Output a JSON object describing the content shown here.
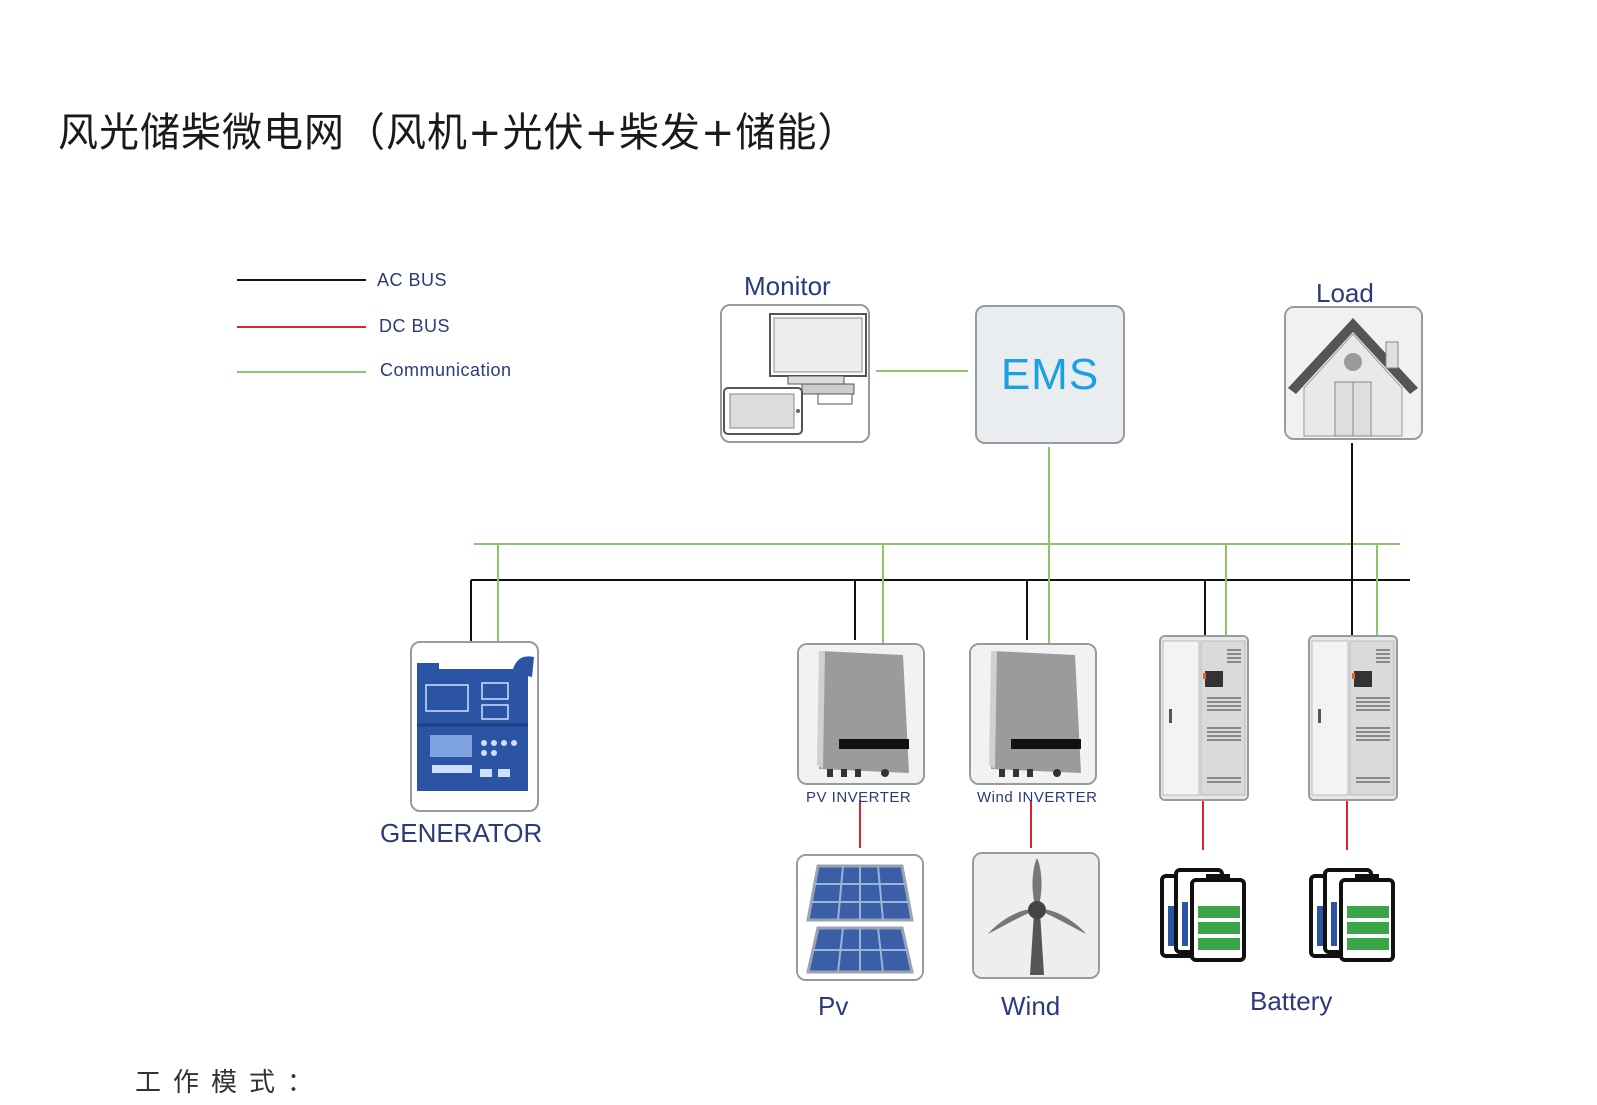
{
  "title": "风光储柴微电网（风机+光伏+柴发+储能）",
  "legend": {
    "ac_bus": "AC BUS",
    "dc_bus": "DC BUS",
    "communication": "Communication"
  },
  "nodes": {
    "monitor": "Monitor",
    "ems": "EMS",
    "load": "Load",
    "generator": "GENERATOR",
    "pv_inverter": "PV INVERTER",
    "wind_inverter": "Wind INVERTER",
    "pv": "Pv",
    "wind": "Wind",
    "battery": "Battery"
  },
  "footer": "工作模式：",
  "colors": {
    "ac_bus": "#111111",
    "dc_bus": "#d9262c",
    "communication": "#8cc66b",
    "label": "#2d3a7a",
    "ems_text": "#1ba0e2",
    "generator_blue": "#2b55a4",
    "battery_green": "#3aa447"
  }
}
